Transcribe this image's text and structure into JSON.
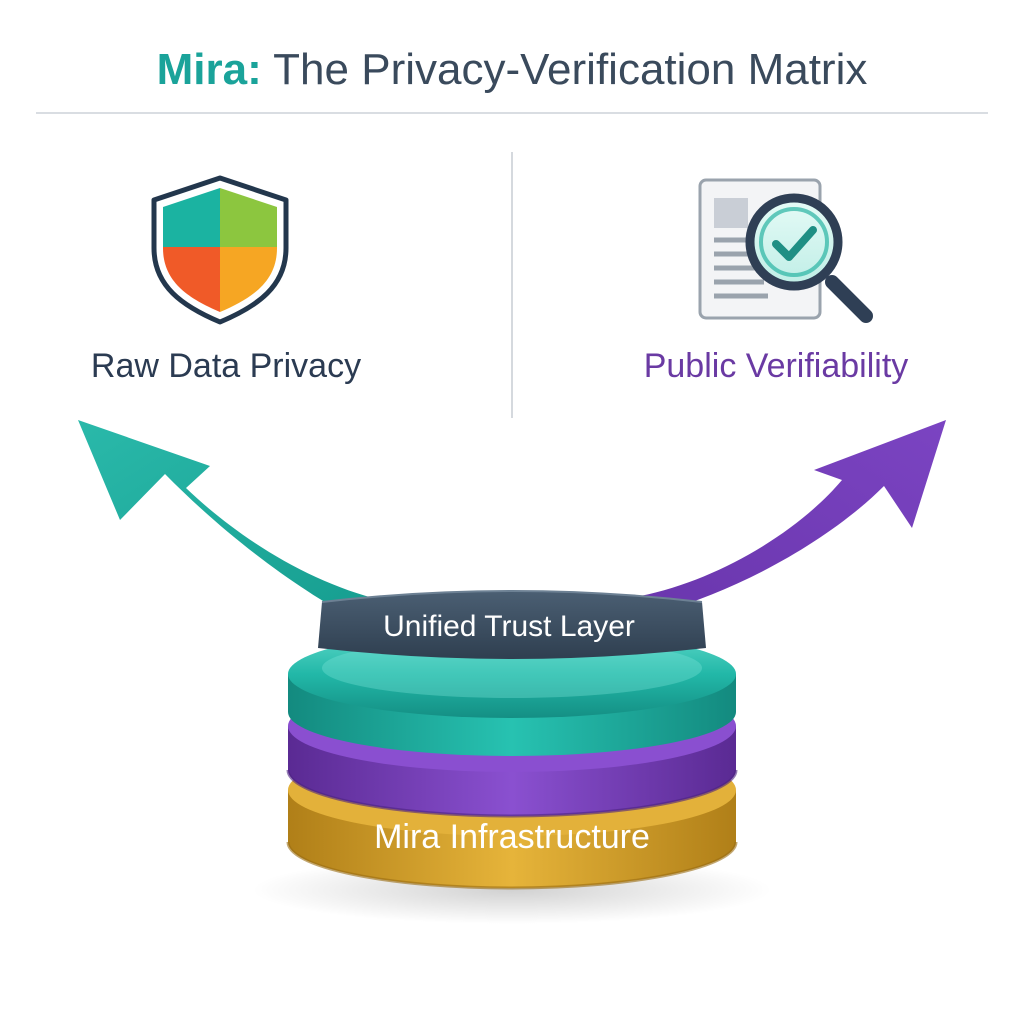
{
  "title": {
    "brand": "Mira:",
    "rest": " The Privacy-Verification Matrix"
  },
  "left": {
    "label": "Raw Data Privacy",
    "icon": "shield-icon",
    "color": "#1aa39a"
  },
  "right": {
    "label": "Public Verifiability",
    "icon": "document-magnifier-check-icon",
    "color": "#7340b0"
  },
  "stack": {
    "top_label": "Unified Trust Layer",
    "bottom_label": "Mira Infrastructure",
    "layers": [
      {
        "name": "trust",
        "color": "#22b8a8"
      },
      {
        "name": "middle",
        "color": "#7a3fbf"
      },
      {
        "name": "infrastructure",
        "color": "#d6a42c"
      }
    ]
  }
}
